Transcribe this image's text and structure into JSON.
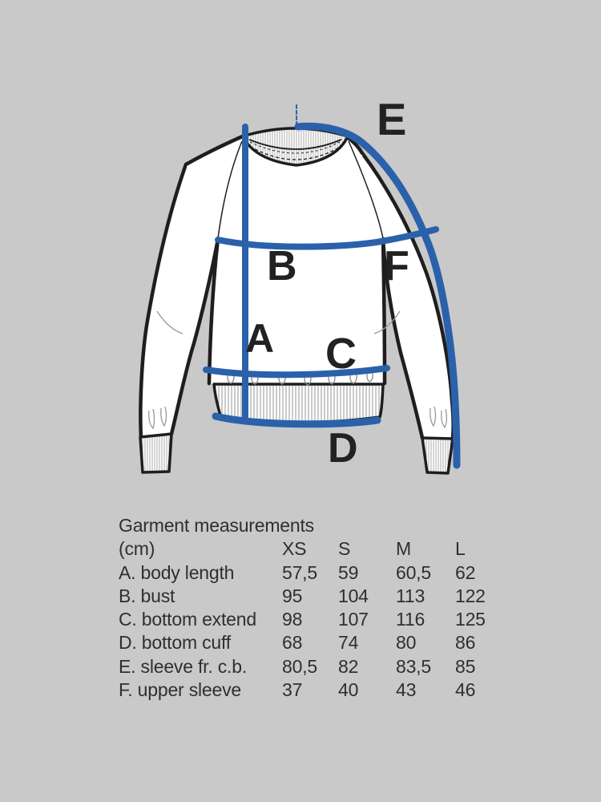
{
  "colors": {
    "background": "#c9c9c9",
    "accent_blue": "#2b61aa",
    "outline_black": "#1e1e1e",
    "text": "#2f2f2f"
  },
  "diagram": {
    "description": "technical flat drawing of a crew-neck sweatshirt with blue measurement lines",
    "markers": [
      "A",
      "B",
      "C",
      "D",
      "E",
      "F"
    ]
  },
  "table": {
    "title": "Garment measurements",
    "unit_label": "(cm)",
    "size_headers": [
      "XS",
      "S",
      "M",
      "L"
    ],
    "rows": [
      {
        "label": "A. body length",
        "values": [
          "57,5",
          "59",
          "60,5",
          "62"
        ]
      },
      {
        "label": "B. bust",
        "values": [
          "95",
          "104",
          "113",
          "122"
        ]
      },
      {
        "label": "C. bottom extend",
        "values": [
          "98",
          "107",
          "116",
          "125"
        ]
      },
      {
        "label": "D. bottom cuff",
        "values": [
          "68",
          "74",
          "80",
          "86"
        ]
      },
      {
        "label": "E. sleeve fr. c.b.",
        "values": [
          "80,5",
          "82",
          "83,5",
          "85"
        ]
      },
      {
        "label": "F. upper sleeve",
        "values": [
          "37",
          "40",
          "43",
          "46"
        ]
      }
    ]
  }
}
